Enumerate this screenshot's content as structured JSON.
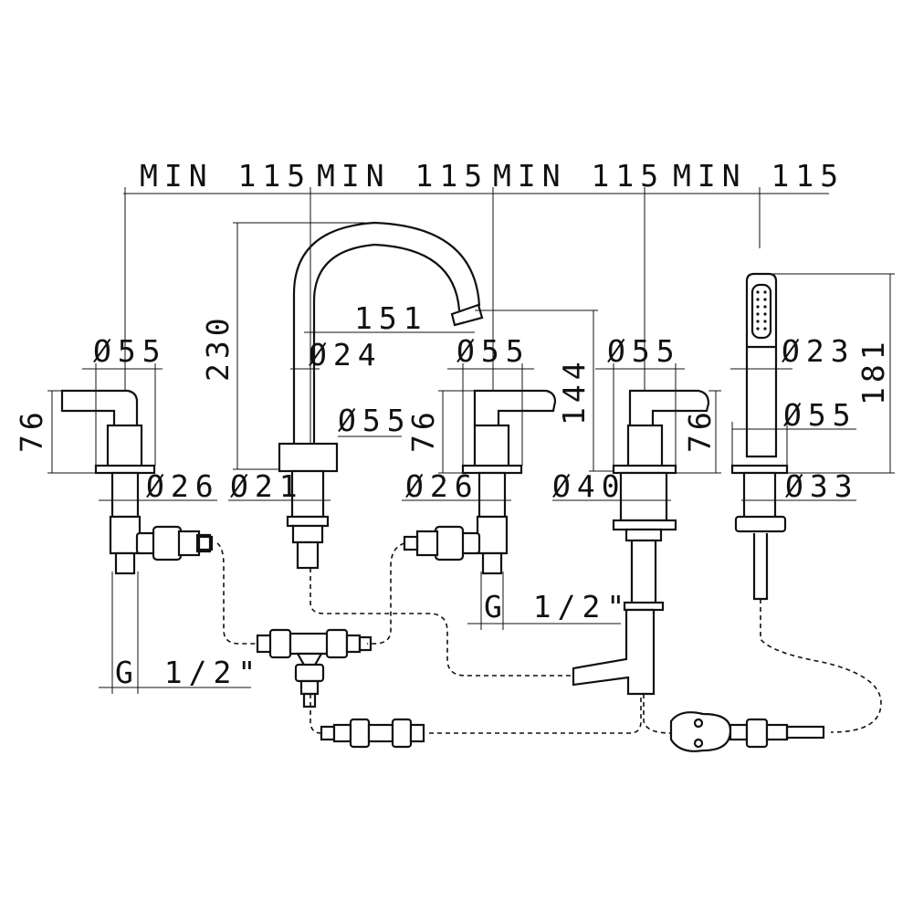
{
  "dimensions": {
    "min_spacing": [
      "MIN 115",
      "MIN 115",
      "MIN 115",
      "MIN 115"
    ],
    "handle_left": {
      "diameter_top": "Ø55",
      "height": "76",
      "diameter_stem": "Ø26",
      "thread": "G 1/2\""
    },
    "spout": {
      "height": "230",
      "reach": "151",
      "diameter_pipe": "Ø24",
      "diameter_base": "Ø55",
      "diameter_stem": "Ø21"
    },
    "handle_middle": {
      "diameter_top": "Ø55",
      "height": "76",
      "diameter_stem": "Ø26",
      "thread": "G 1/2\""
    },
    "diverter": {
      "diameter_top": "Ø55",
      "height": "76",
      "height_spout": "144",
      "diameter_stem": "Ø40"
    },
    "hand_shower": {
      "diameter_handle": "Ø23",
      "height": "181",
      "diameter_base": "Ø55",
      "diameter_stem": "Ø33"
    }
  }
}
